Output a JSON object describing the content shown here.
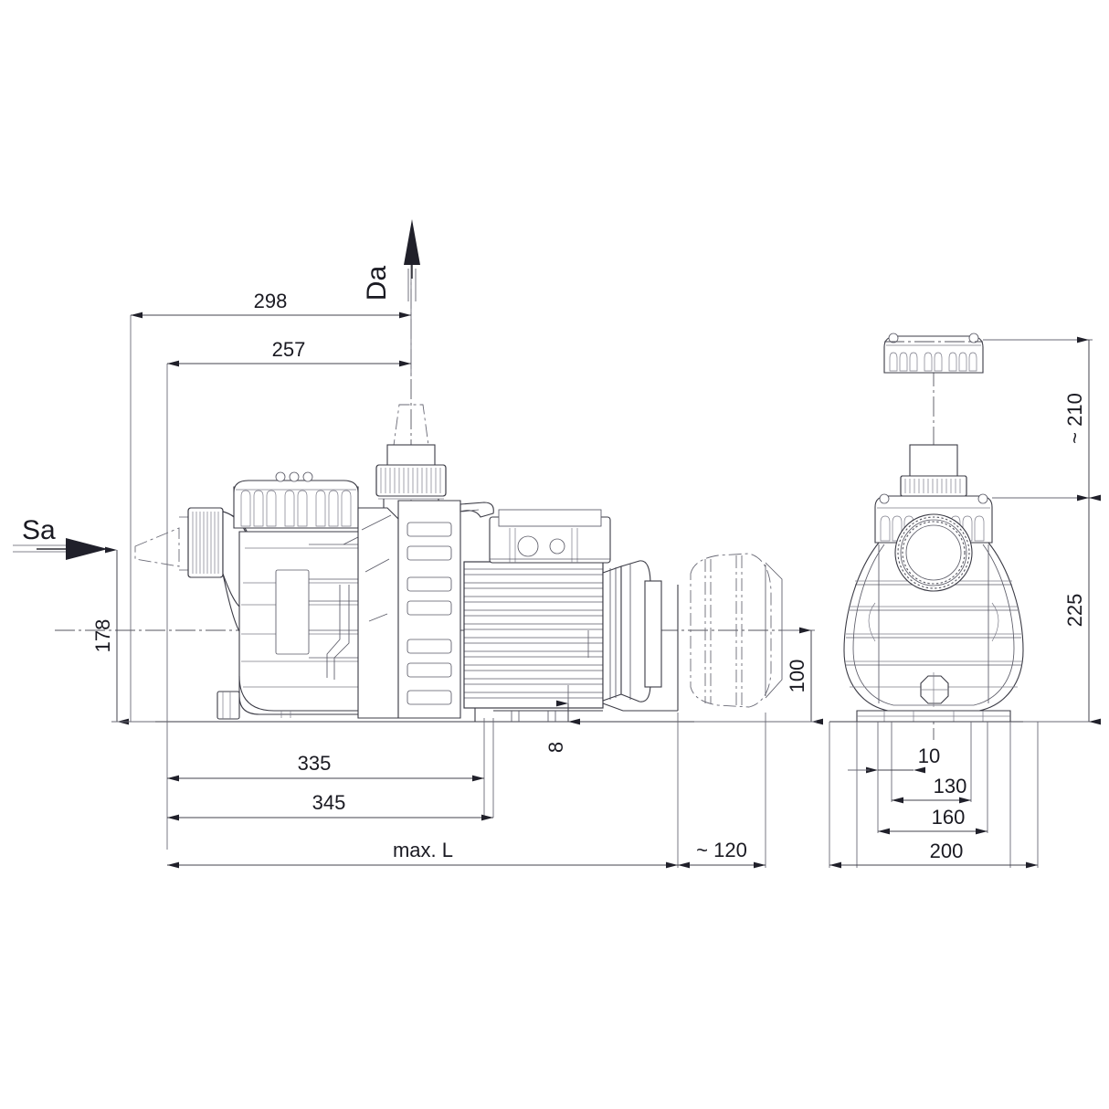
{
  "drawing": {
    "title": "Pool pump dimensional drawing",
    "type": "technical-engineering-drawing",
    "units": "mm",
    "views": [
      {
        "name": "side-elevation",
        "label": ""
      },
      {
        "name": "front-elevation",
        "label": ""
      }
    ]
  },
  "flow_labels": {
    "suction": "Sa",
    "discharge": "Da"
  },
  "dimensions": {
    "side_view": {
      "d_298": "298",
      "d_257": "257",
      "d_178": "178",
      "d_335": "335",
      "d_345": "345",
      "d_max_l": "max. L",
      "d_120": "~ 120",
      "d_100": "100",
      "d_8": "8"
    },
    "front_view": {
      "d_210": "~ 210",
      "d_225": "225",
      "d_10": "10",
      "d_130": "130",
      "d_160": "160",
      "d_200": "200"
    }
  },
  "colors": {
    "background": "#ffffff",
    "line": "#3b3b45",
    "thin_line": "#7b7b88",
    "dimension": "#43434d",
    "text": "#1a1a22"
  }
}
